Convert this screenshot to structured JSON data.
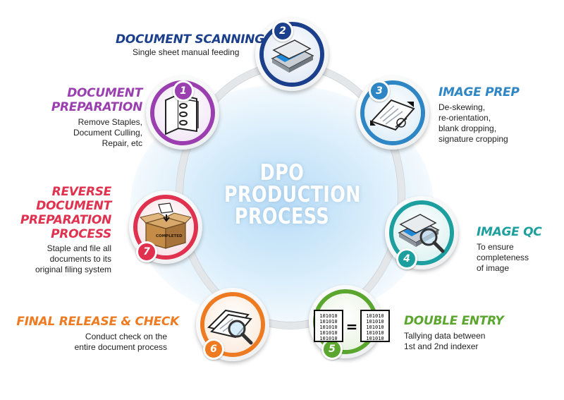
{
  "center": {
    "lines": [
      "DPO",
      "PRODUCTION",
      "PROCESS"
    ]
  },
  "steps": [
    {
      "number": "1",
      "title_lines": [
        "DOCUMENT",
        "PREPARATION"
      ],
      "desc_lines": [
        "Remove Staples,",
        "Document Culling,",
        "Repair, etc"
      ],
      "color": "#9b3fb0",
      "icon": "folder-binder-icon"
    },
    {
      "number": "2",
      "title_lines": [
        "DOCUMENT SCANNING"
      ],
      "desc_lines": [
        "Single sheet manual feeding"
      ],
      "color": "#1c3f8c",
      "icon": "scanner-icon"
    },
    {
      "number": "3",
      "title_lines": [
        "IMAGE PREP"
      ],
      "desc_lines": [
        "De-skewing,",
        "re-orientation,",
        "blank dropping,",
        "signature cropping"
      ],
      "color": "#2f86c4",
      "icon": "skewed-page-icon"
    },
    {
      "number": "4",
      "title_lines": [
        "IMAGE QC"
      ],
      "desc_lines": [
        "To ensure",
        "completeness",
        "of image"
      ],
      "color": "#1d9fa0",
      "icon": "scanner-magnifier-icon"
    },
    {
      "number": "5",
      "title_lines": [
        "DOUBLE ENTRY"
      ],
      "desc_lines": [
        "Tallying data between",
        "1st and 2nd indexer"
      ],
      "color": "#5aa62e",
      "icon": "binary-compare-icon",
      "binary_rows": [
        "101010",
        "101010",
        "101010",
        "101010",
        "101010"
      ],
      "equals": "="
    },
    {
      "number": "6",
      "title_lines": [
        "FINAL RELEASE & CHECK"
      ],
      "desc_lines": [
        "Conduct check  on the",
        "entire  document process"
      ],
      "color": "#ee7b22",
      "icon": "document-magnifier-icon"
    },
    {
      "number": "7",
      "title_lines": [
        "REVERSE",
        "DOCUMENT",
        "PREPARATION",
        "PROCESS"
      ],
      "desc_lines": [
        "Staple and file all",
        "documents to its",
        "original filing system"
      ],
      "color": "#e0324f",
      "icon": "completed-box-icon",
      "box_label": "COMPLETED"
    }
  ]
}
